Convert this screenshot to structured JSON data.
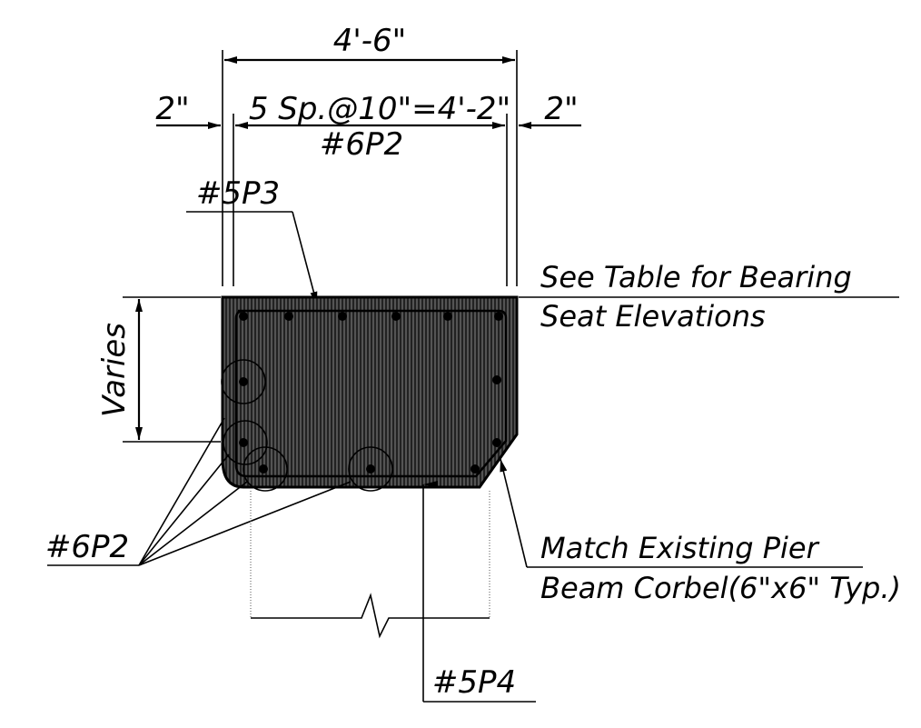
{
  "dimensions": {
    "overall_width": "4'-6\"",
    "left_cover": "2\"",
    "spacing": "5 Sp.@10\"=4'-2\"",
    "right_cover": "2\"",
    "height": "Varies"
  },
  "bars": {
    "top_bars": "#6P2",
    "stirrup": "#5P3",
    "side_bars": "#6P2",
    "bottom_bar": "#5P4"
  },
  "notes": {
    "bearing_line1": "See Table for Bearing",
    "bearing_line2": "Seat Elevations",
    "corbel_line1": "Match Existing Pier",
    "corbel_line2": "Beam Corbel(6\"x6\" Typ.)"
  }
}
